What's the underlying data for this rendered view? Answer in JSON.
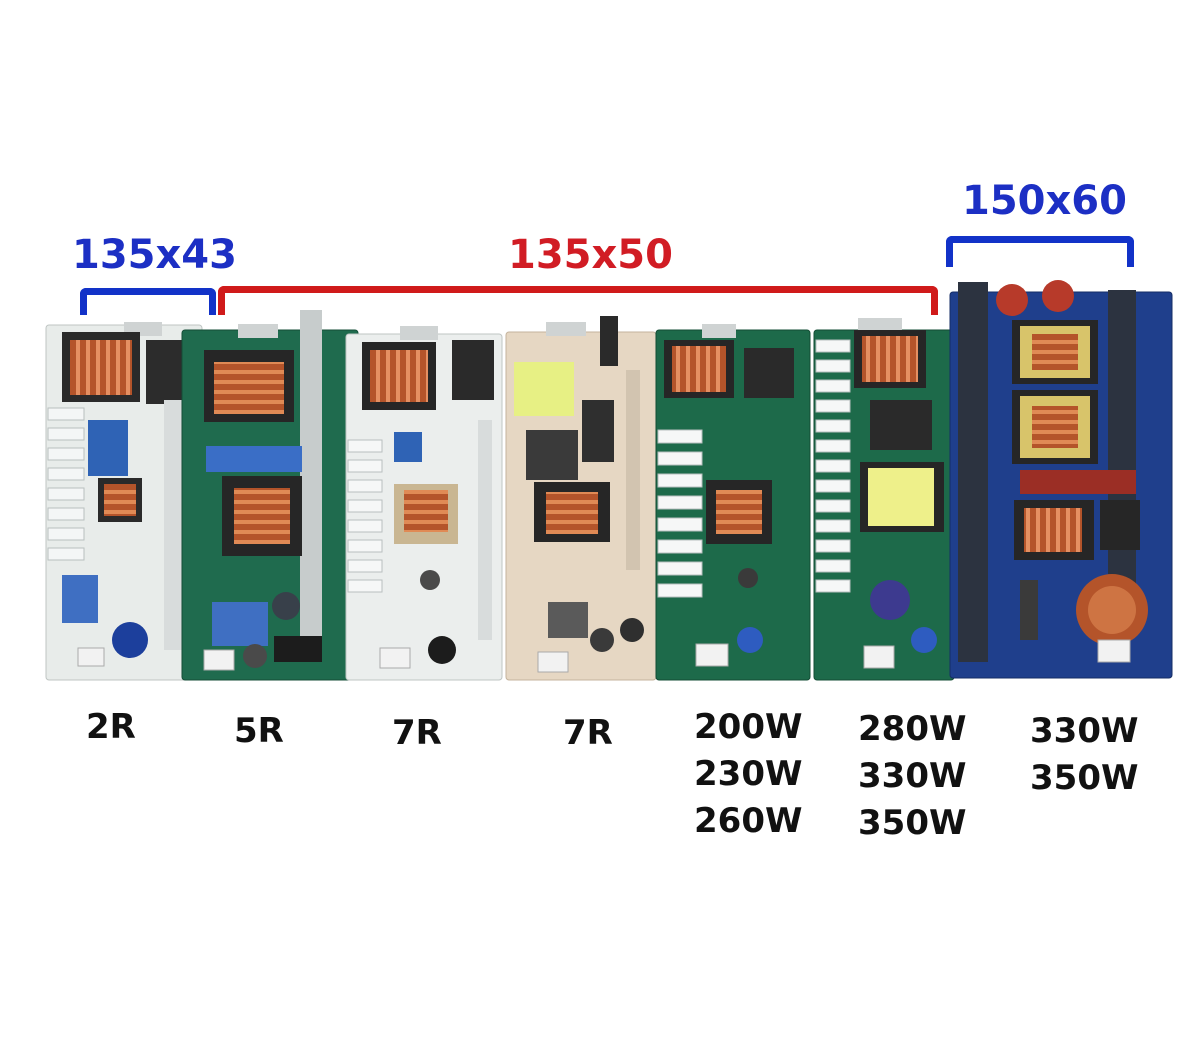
{
  "size_labels": {
    "small": "135x43",
    "medium": "135x50",
    "large": "150x60"
  },
  "colors": {
    "small_bracket": "#1232c8",
    "medium_bracket": "#d01a1a",
    "large_bracket": "#1232c8",
    "small_text": "#1c2fc4",
    "medium_text": "#d11c24",
    "large_text": "#1c2fc4"
  },
  "models": [
    {
      "lines": [
        "2R"
      ]
    },
    {
      "lines": [
        "5R"
      ]
    },
    {
      "lines": [
        "7R"
      ]
    },
    {
      "lines": [
        "7R"
      ]
    },
    {
      "lines": [
        "200W",
        "230W",
        "260W"
      ]
    },
    {
      "lines": [
        "280W",
        "330W",
        "350W"
      ]
    },
    {
      "lines": [
        "330W",
        "350W"
      ]
    }
  ]
}
